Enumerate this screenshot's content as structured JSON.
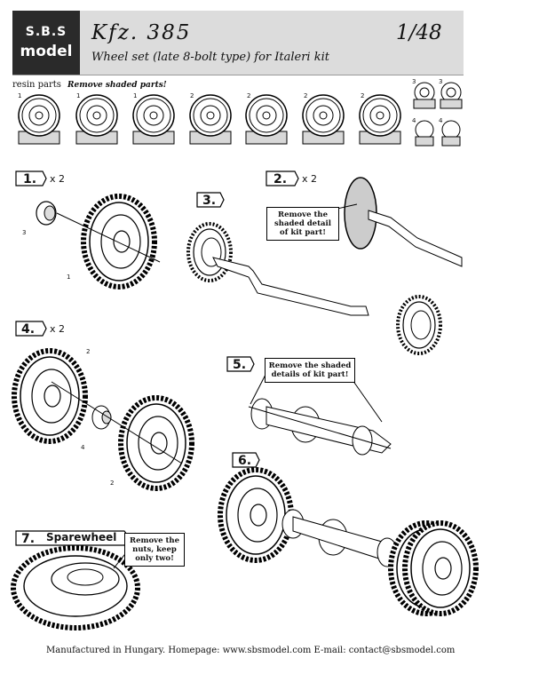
{
  "header": {
    "logo_line1": "S.B.S",
    "logo_line2": "model",
    "title": "Kfz. 385",
    "scale": "1/48",
    "subtitle": "Wheel set (late 8-bolt type) for Italeri kit"
  },
  "resin_label": "resin parts",
  "resin_note": "Remove shaded parts!",
  "resin_numbers": [
    "1",
    "1",
    "1",
    "2",
    "2",
    "2",
    "2",
    "3",
    "3",
    "4",
    "4"
  ],
  "steps": [
    {
      "number": "1.",
      "multiplier": "x 2"
    },
    {
      "number": "2.",
      "multiplier": "x 2"
    },
    {
      "number": "3.",
      "multiplier": ""
    },
    {
      "number": "4.",
      "multiplier": "x 2"
    },
    {
      "number": "5.",
      "multiplier": ""
    },
    {
      "number": "6.",
      "multiplier": ""
    },
    {
      "number": "7.",
      "multiplier": ""
    }
  ],
  "callouts": {
    "step1_a": "3",
    "step1_b": "1",
    "step4_a": "2",
    "step4_b": "4",
    "step4_c": "2"
  },
  "notes": {
    "step2": "Remove the shaded detail of kit part!",
    "step5": "Remove the shaded details of kit part!",
    "step7": "Remove the nuts, keep only two!"
  },
  "sparewheel_label": "Sparewheel",
  "footer": "Manufactured in Hungary.  Homepage: www.sbsmodel.com  E-mail: contact@sbsmodel.com"
}
